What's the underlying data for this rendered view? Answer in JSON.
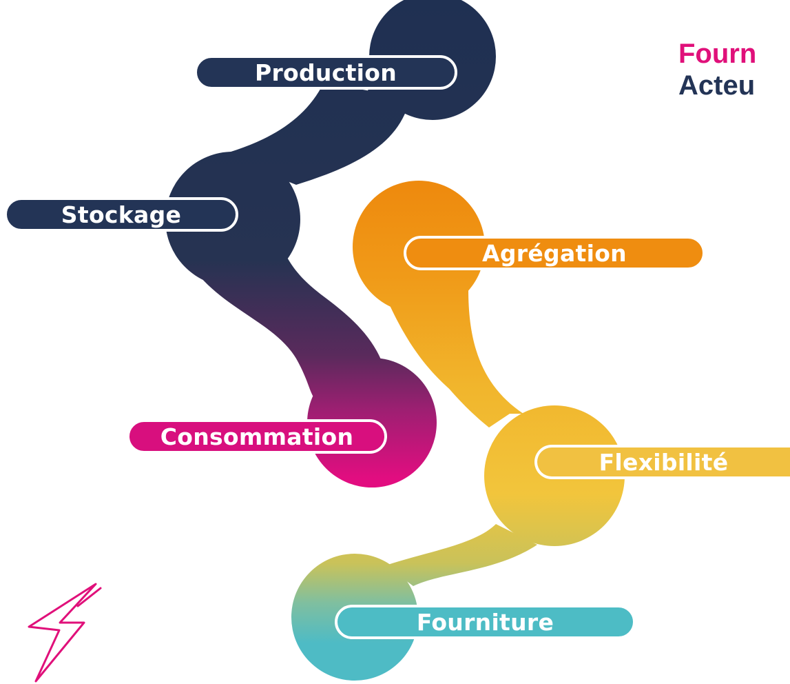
{
  "header": {
    "line1": "Fourn",
    "line2": "Acteu",
    "line1_color": "#e0107a",
    "line2_color": "#233456"
  },
  "stages": [
    {
      "id": "production",
      "label": "Production",
      "color": "#233456"
    },
    {
      "id": "stockage",
      "label": "Stockage",
      "color": "#233456"
    },
    {
      "id": "consommation",
      "label": "Consommation",
      "color": "#d80f7e"
    },
    {
      "id": "agregation",
      "label": "Agrégation",
      "color": "#ef8d10"
    },
    {
      "id": "flexibilite",
      "label": "Flexibilité",
      "color": "#f1c141"
    },
    {
      "id": "fourniture",
      "label": "Fourniture",
      "color": "#4dbcc5"
    }
  ],
  "logo": {
    "icon": "lightning-bolt-icon",
    "color": "#e0107a"
  }
}
